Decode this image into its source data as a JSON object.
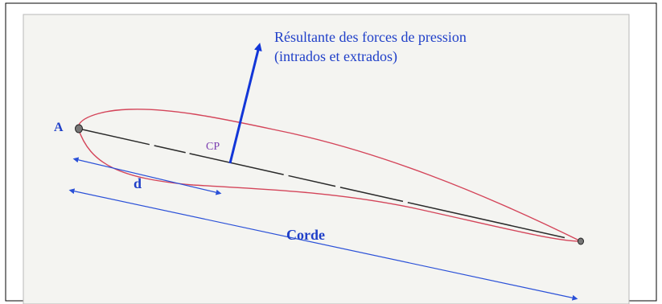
{
  "colors": {
    "paper": "#f4f4f1",
    "frame": "#000000",
    "airfoil": "#d4455a",
    "chord": "#2a2a2a",
    "force_arrow": "#1236d8",
    "dimension": "#2a50d8",
    "text_blue": "#1f3fc8",
    "text_cp": "#7a3db0"
  },
  "diagram": {
    "force_label_line1": "Résultante des forces de pression",
    "force_label_line2": "(intrados et extrados)",
    "leading_edge_label": "A",
    "center_of_pressure_label": "CP",
    "distance_label": "d",
    "chord_label": "Corde"
  }
}
